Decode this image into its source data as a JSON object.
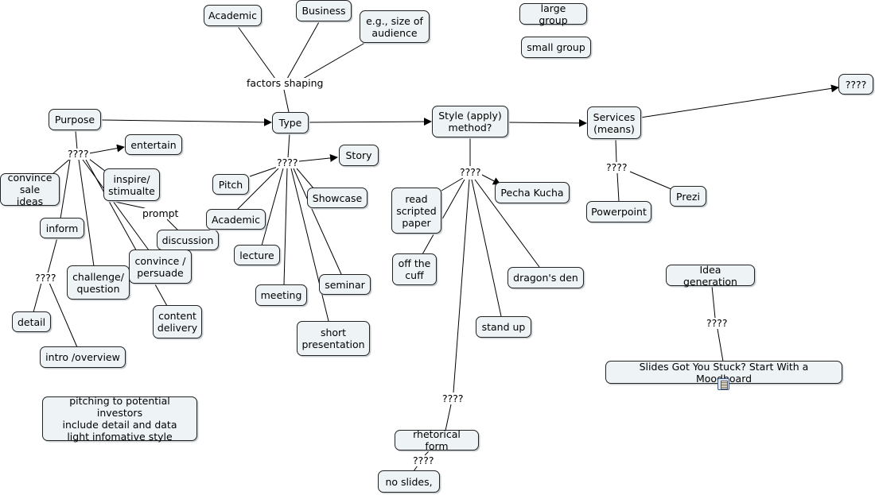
{
  "concept_map": {
    "nodes": {
      "academic_top": "Academic",
      "business": "Business",
      "eg_size": "e.g., size of\naudience",
      "large_group": "large group",
      "small_group": "small group",
      "purpose": "Purpose",
      "type": "Type",
      "style": "Style (apply)\nmethod?",
      "services": "Services\n(means)",
      "q_top_right": "????",
      "entertain": "entertain",
      "convince_sale": "convince\nsale ideas",
      "inspire": "inspire/\nstimualte",
      "inform": "inform",
      "discussion": "discussion",
      "challenge": "challenge/\nquestion",
      "convince_persuade": "convince /\npersuade",
      "content_delivery": "content\ndelivery",
      "detail": "detail",
      "intro_overview": "intro /overview",
      "pitching_note": "pitching to potential investors\ninclude detail and data\nlight infomative style",
      "story": "Story",
      "pitch": "Pitch",
      "showcase": "Showcase",
      "academic_type": "Academic",
      "lecture": "lecture",
      "seminar": "seminar",
      "meeting": "meeting",
      "short_presentation": "short\npresentation",
      "read_scripted": "read\nscripted\npaper",
      "pecha_kucha": "Pecha Kucha",
      "off_cuff": "off the\ncuff",
      "dragons_den": "dragon's den",
      "stand_up": "stand up",
      "rhetorical": "rhetorical form",
      "no_slides": "no slides,",
      "powerpoint": "Powerpoint",
      "prezi": "Prezi",
      "idea_generation": "Idea generation",
      "moodboard": "Slides Got You Stuck? Start With a Moodboard"
    },
    "labels": {
      "factors_shaping": "factors shaping",
      "q_purpose": "????",
      "prompt": "prompt",
      "q_inform": "????",
      "q_type": "????",
      "q_style": "????",
      "q_services": "????",
      "q_rhetorical": "????",
      "q_no_slides": "????",
      "q_idea": "????"
    },
    "icons": [
      "document-resource-icon"
    ]
  }
}
